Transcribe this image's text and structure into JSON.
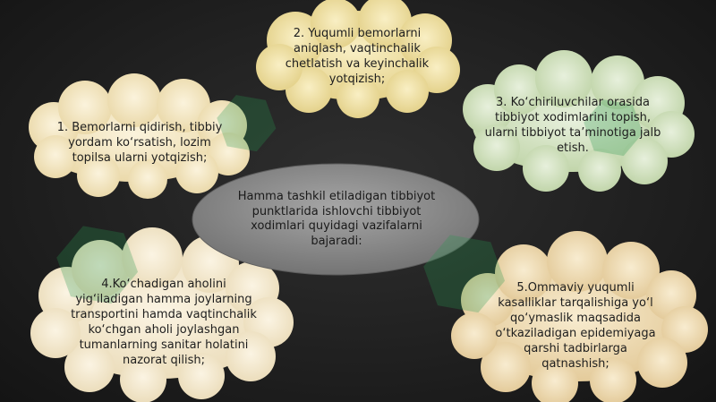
{
  "center": {
    "text": "Hamma tashkil etiladigan tibbiyot punktlarida ishlovchi tibbiyot xodimlari quyidagi vazifalarni bajaradi:",
    "color": "#8c8c8c"
  },
  "clouds": [
    {
      "id": "c1",
      "text": "1. Bemorlarni qidirish, tibbiy yordam ko‘rsatish, lozim topilsa ularni yotqizish;",
      "color": "#f6e7bf"
    },
    {
      "id": "c2",
      "text": "2.  Yuqumli bemorlarni aniqlash, vaqtinchalik chetlatish va keyinchalik yotqizish;",
      "color": "#f3e4a6"
    },
    {
      "id": "c3",
      "text": "3. Ko‘chiriluvchilar orasida tibbiyot xodimlarini topish, ularni tibbiyot ta’minotiga jalb etish.",
      "color": "#d7e6c6"
    },
    {
      "id": "c4",
      "text": "4.Ko‘chadigan aholini yig‘iladigan hamma joylarning transportini hamda vaqtinchalik ko‘chgan aholi joylashgan tumanlarning sanitar holatini nazorat qilish;",
      "color": "#f6ead0"
    },
    {
      "id": "c5",
      "text": "5.Ommaviy yuqumli kasalliklar tarqalishiga yo‘l qo‘ymaslik maqsadida o‘tkaziladigan epidemiyaga qarshi tadbirlarga qatnashish;",
      "color": "#f0dcb4"
    }
  ]
}
